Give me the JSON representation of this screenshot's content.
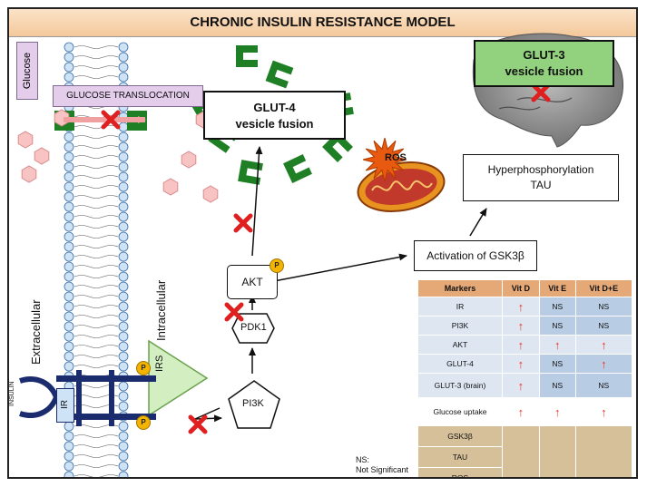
{
  "title": "CHRONIC INSULIN RESISTANCE MODEL",
  "labels": {
    "glucose": "Glucose",
    "glucose_translocation": "GLUCOSE TRANSLOCATION",
    "glut4_line1": "GLUT-4",
    "glut4_line2": "vesicle fusion",
    "glut3_line1": "GLUT-3",
    "glut3_line2": "vesicle fusion",
    "ros": "ROS",
    "hyper_line1": "Hyperphosphorylation",
    "hyper_line2": "TAU",
    "gsk": "Activation of GSK3β",
    "akt": "AKT",
    "pdk1": "PDK1",
    "pi3k": "PI3K",
    "irs": "IRS",
    "ir": "IR",
    "insulin": "INSULIN",
    "extracellular": "Extracellular",
    "intracellular": "Intracellular",
    "phospho": "P",
    "ns_note_line1": "NS:",
    "ns_note_line2": "Not Significant"
  },
  "table": {
    "headers": [
      "Markers",
      "Vit D",
      "Vit E",
      "Vit D+E"
    ],
    "rows": [
      {
        "marker": "IR",
        "vitD": "↑",
        "vitE": "NS",
        "vitDE": "NS"
      },
      {
        "marker": "PI3K",
        "vitD": "↑",
        "vitE": "NS",
        "vitDE": "NS"
      },
      {
        "marker": "AKT",
        "vitD": "↑",
        "vitE": "↑",
        "vitDE": "↑"
      },
      {
        "marker": "GLUT-4",
        "vitD": "↑",
        "vitE": "NS",
        "vitDE": "↑"
      },
      {
        "marker": "GLUT-3 (brain)",
        "vitD": "↑",
        "vitE": "NS",
        "vitDE": "NS"
      },
      {
        "marker": "Glucose uptake",
        "vitD": "↑",
        "vitE": "↑",
        "vitDE": "↑"
      }
    ],
    "decreased_markers": [
      "GSK3β",
      "TAU",
      "ROS"
    ]
  },
  "colors": {
    "header_bg": "#f4c89b",
    "glut_green": "#1f7f25",
    "glut3_box": "#92d17d",
    "block_x": "#e02020",
    "increase_arrow": "#e32222",
    "table_header": "#e5a877",
    "table_row": "#dde6f1",
    "table_ns": "#b8cde4",
    "table_decrease": "#d6c09a",
    "membrane": "#cfe3f7",
    "receptor": "#1a2b6e",
    "irs": "#d3efc2",
    "glucose_hex": "#f7c3c3"
  },
  "icons": [
    "block-x-icon",
    "mitochondrion-icon",
    "brain-icon",
    "glut-transporter-icon",
    "glucose-hexagon-icon",
    "phosphate-icon"
  ]
}
